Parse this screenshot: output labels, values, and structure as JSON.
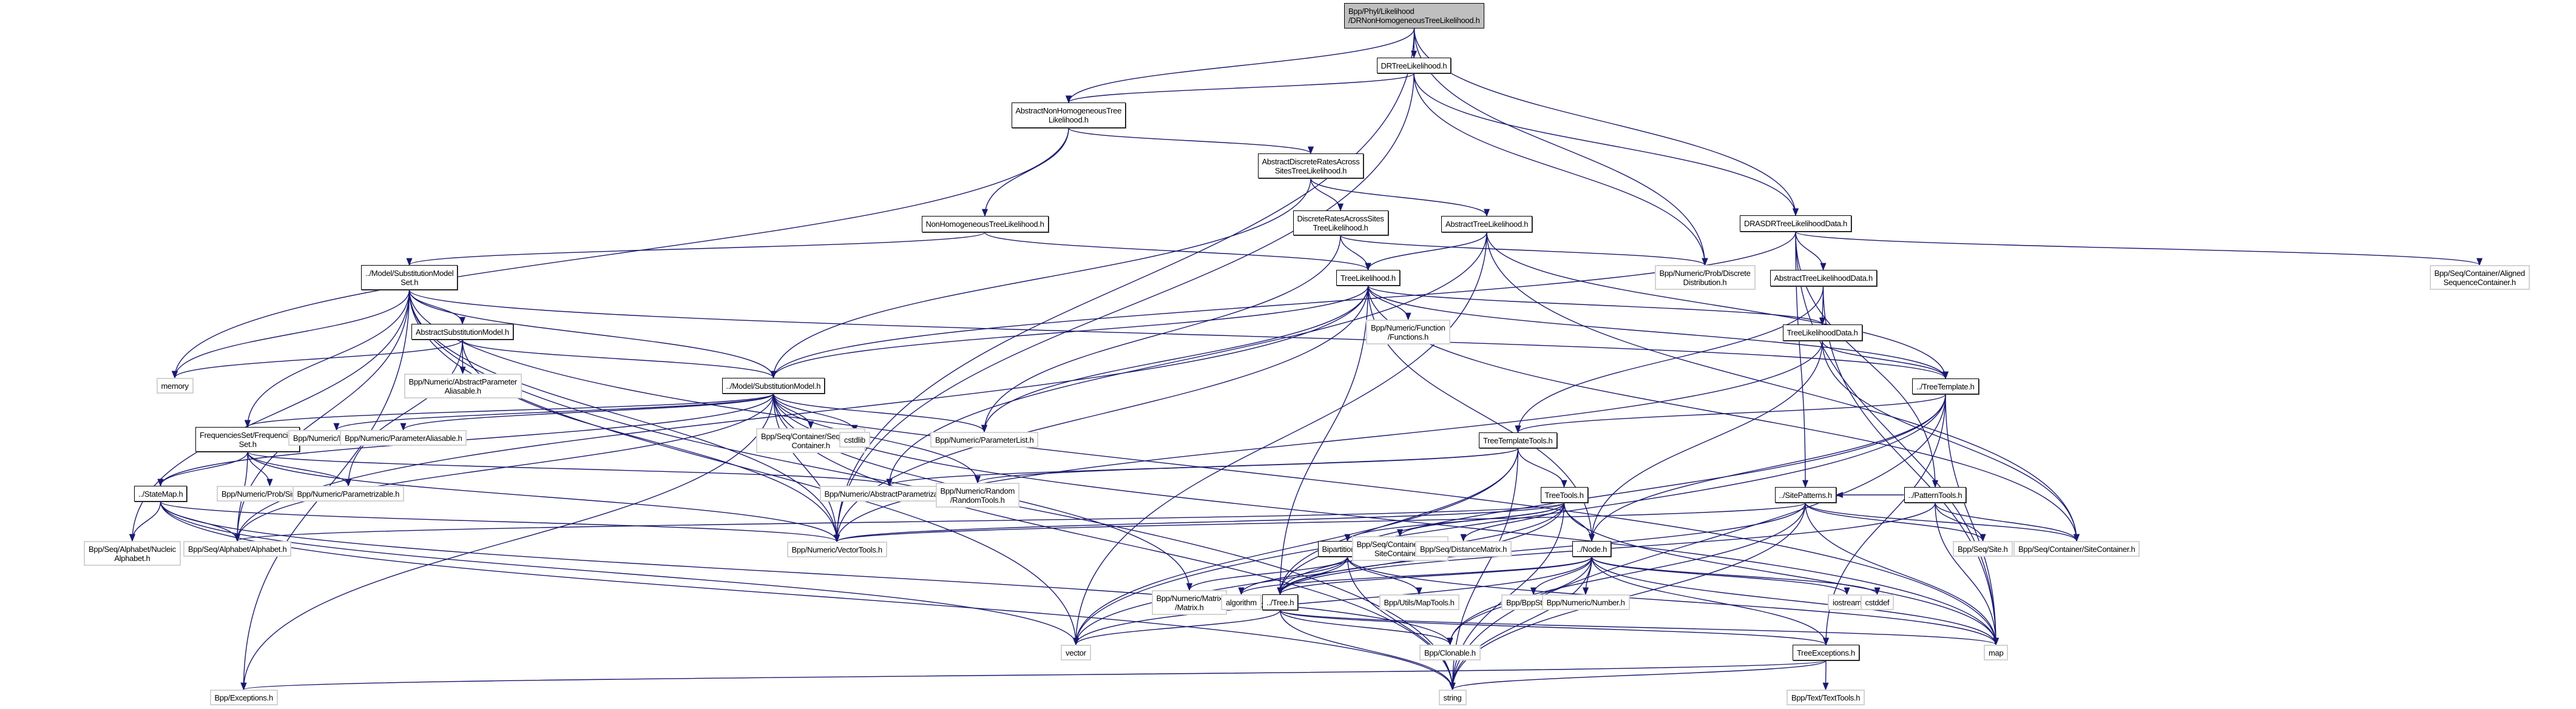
{
  "diagram": {
    "title": "Include dependency graph for DRNonHomogeneousTreeLikelihood.h",
    "edge_color": "#191970",
    "root_fill": "#bfbfbf",
    "nodes": [
      {
        "id": "root",
        "label": "Bpp/Phyl/Likelihood\n/DRNonHomogeneousTreeLikelihood.h",
        "kind": "root"
      },
      {
        "id": "drtl",
        "label": "DRTreeLikelihood.h",
        "kind": "doc"
      },
      {
        "id": "anhtl",
        "label": "AbstractNonHomogeneousTree\nLikelihood.h",
        "kind": "doc"
      },
      {
        "id": "adrastl",
        "label": "AbstractDiscreteRatesAcross\nSitesTreeLikelihood.h",
        "kind": "doc"
      },
      {
        "id": "nhtl",
        "label": "NonHomogeneousTreeLikelihood.h",
        "kind": "doc"
      },
      {
        "id": "drastl",
        "label": "DiscreteRatesAcrossSites\nTreeLikelihood.h",
        "kind": "doc"
      },
      {
        "id": "atl",
        "label": "AbstractTreeLikelihood.h",
        "kind": "doc"
      },
      {
        "id": "drasdrtld",
        "label": "DRASDRTreeLikelihoodData.h",
        "kind": "doc"
      },
      {
        "id": "smset",
        "label": "../Model/SubstitutionModel\nSet.h",
        "kind": "doc"
      },
      {
        "id": "tl",
        "label": "TreeLikelihood.h",
        "kind": "doc"
      },
      {
        "id": "discdist",
        "label": "Bpp/Numeric/Prob/Discrete\nDistribution.h",
        "kind": "ext"
      },
      {
        "id": "atld",
        "label": "AbstractTreeLikelihoodData.h",
        "kind": "doc"
      },
      {
        "id": "aligned",
        "label": "Bpp/Seq/Container/Aligned\nSequenceContainer.h",
        "kind": "ext"
      },
      {
        "id": "asm",
        "label": "AbstractSubstitutionModel.h",
        "kind": "doc"
      },
      {
        "id": "memory",
        "label": "memory",
        "kind": "ext"
      },
      {
        "id": "apa",
        "label": "Bpp/Numeric/AbstractParameter\nAliasable.h",
        "kind": "ext"
      },
      {
        "id": "functions",
        "label": "Bpp/Numeric/Function\n/Functions.h",
        "kind": "ext"
      },
      {
        "id": "tld",
        "label": "TreeLikelihoodData.h",
        "kind": "doc"
      },
      {
        "id": "sm",
        "label": "../Model/SubstitutionModel.h",
        "kind": "doc"
      },
      {
        "id": "treetemplate",
        "label": "../TreeTemplate.h",
        "kind": "doc"
      },
      {
        "id": "fset",
        "label": "FrequenciesSet/Frequencies\nSet.h",
        "kind": "doc"
      },
      {
        "id": "parameter",
        "label": "Bpp/Numeric/Parameter.h",
        "kind": "ext"
      },
      {
        "id": "paramalias",
        "label": "Bpp/Numeric/ParameterAliasable.h",
        "kind": "ext"
      },
      {
        "id": "seqcont",
        "label": "Bpp/Seq/Container/Sequence\nContainer.h",
        "kind": "ext"
      },
      {
        "id": "cstdlib",
        "label": "cstdlib",
        "kind": "ext"
      },
      {
        "id": "paramlist",
        "label": "Bpp/Numeric/ParameterList.h",
        "kind": "ext"
      },
      {
        "id": "ttt",
        "label": "TreeTemplateTools.h",
        "kind": "doc"
      },
      {
        "id": "simplex",
        "label": "Bpp/Numeric/Prob/Simplex.h",
        "kind": "ext"
      },
      {
        "id": "parametrizable",
        "label": "Bpp/Numeric/Parametrizable.h",
        "kind": "ext"
      },
      {
        "id": "absparam",
        "label": "Bpp/Numeric/AbstractParametrizable.h",
        "kind": "ext"
      },
      {
        "id": "randomtools",
        "label": "Bpp/Numeric/Random\n/RandomTools.h",
        "kind": "ext"
      },
      {
        "id": "statemap",
        "label": "../StateMap.h",
        "kind": "doc"
      },
      {
        "id": "treetools",
        "label": "TreeTools.h",
        "kind": "doc"
      },
      {
        "id": "sitepatterns",
        "label": "../SitePatterns.h",
        "kind": "doc"
      },
      {
        "id": "patterntools",
        "label": "../PatternTools.h",
        "kind": "doc"
      },
      {
        "id": "nucleic",
        "label": "Bpp/Seq/Alphabet/Nucleic\nAlphabet.h",
        "kind": "ext"
      },
      {
        "id": "alphabet",
        "label": "Bpp/Seq/Alphabet/Alphabet.h",
        "kind": "ext"
      },
      {
        "id": "vectortools",
        "label": "Bpp/Numeric/VectorTools.h",
        "kind": "ext"
      },
      {
        "id": "bipartition",
        "label": "BipartitionList.h",
        "kind": "doc"
      },
      {
        "id": "vsc",
        "label": "Bpp/Seq/Container/Vector\nSiteContainer.h",
        "kind": "ext"
      },
      {
        "id": "distmatrix",
        "label": "Bpp/Seq/DistanceMatrix.h",
        "kind": "ext"
      },
      {
        "id": "node",
        "label": "../Node.h",
        "kind": "doc"
      },
      {
        "id": "site",
        "label": "Bpp/Seq/Site.h",
        "kind": "ext"
      },
      {
        "id": "sitecontainer",
        "label": "Bpp/Seq/Container/SiteContainer.h",
        "kind": "ext"
      },
      {
        "id": "matrix",
        "label": "Bpp/Numeric/Matrix\n/Matrix.h",
        "kind": "ext"
      },
      {
        "id": "algorithm",
        "label": "algorithm",
        "kind": "ext"
      },
      {
        "id": "tree",
        "label": "../Tree.h",
        "kind": "doc"
      },
      {
        "id": "maptools",
        "label": "Bpp/Utils/MapTools.h",
        "kind": "ext"
      },
      {
        "id": "bppstring",
        "label": "Bpp/BppString.h",
        "kind": "ext"
      },
      {
        "id": "number",
        "label": "Bpp/Numeric/Number.h",
        "kind": "ext"
      },
      {
        "id": "iostream",
        "label": "iostream",
        "kind": "ext"
      },
      {
        "id": "cstddef",
        "label": "cstddef",
        "kind": "ext"
      },
      {
        "id": "vector",
        "label": "vector",
        "kind": "ext"
      },
      {
        "id": "clonable",
        "label": "Bpp/Clonable.h",
        "kind": "ext"
      },
      {
        "id": "treeexc",
        "label": "TreeExceptions.h",
        "kind": "doc"
      },
      {
        "id": "map",
        "label": "map",
        "kind": "ext"
      },
      {
        "id": "exceptions",
        "label": "Bpp/Exceptions.h",
        "kind": "ext"
      },
      {
        "id": "string",
        "label": "string",
        "kind": "ext"
      },
      {
        "id": "texttools",
        "label": "Bpp/Text/TextTools.h",
        "kind": "ext"
      }
    ],
    "edges": [
      [
        "root",
        "drtl"
      ],
      [
        "root",
        "anhtl"
      ],
      [
        "root",
        "drasdrtld"
      ],
      [
        "root",
        "discdist"
      ],
      [
        "root",
        "vectortools"
      ],
      [
        "drtl",
        "anhtl"
      ],
      [
        "drtl",
        "drasdrtld"
      ],
      [
        "drtl",
        "discdist"
      ],
      [
        "drtl",
        "vectortools"
      ],
      [
        "anhtl",
        "adrastl"
      ],
      [
        "anhtl",
        "nhtl"
      ],
      [
        "anhtl",
        "memory"
      ],
      [
        "adrastl",
        "drastl"
      ],
      [
        "adrastl",
        "atl"
      ],
      [
        "adrastl",
        "sm"
      ],
      [
        "nhtl",
        "smset"
      ],
      [
        "nhtl",
        "tl"
      ],
      [
        "drastl",
        "tl"
      ],
      [
        "drastl",
        "discdist"
      ],
      [
        "drastl",
        "paramlist"
      ],
      [
        "atl",
        "tl"
      ],
      [
        "atl",
        "sitecontainer"
      ],
      [
        "atl",
        "treetemplate"
      ],
      [
        "atl",
        "absparam"
      ],
      [
        "atl",
        "vector"
      ],
      [
        "drasdrtld",
        "atld"
      ],
      [
        "drasdrtld",
        "aligned"
      ],
      [
        "drasdrtld",
        "sitepatterns"
      ],
      [
        "drasdrtld",
        "patterntools"
      ],
      [
        "drasdrtld",
        "map"
      ],
      [
        "drasdrtld",
        "sm"
      ],
      [
        "smset",
        "asm"
      ],
      [
        "smset",
        "memory"
      ],
      [
        "smset",
        "sm"
      ],
      [
        "smset",
        "fset"
      ],
      [
        "smset",
        "alphabet"
      ],
      [
        "smset",
        "nucleic"
      ],
      [
        "smset",
        "vectortools"
      ],
      [
        "smset",
        "exceptions"
      ],
      [
        "smset",
        "treetemplate"
      ],
      [
        "smset",
        "map"
      ],
      [
        "smset",
        "vector"
      ],
      [
        "smset",
        "string"
      ],
      [
        "tl",
        "functions"
      ],
      [
        "tl",
        "tld"
      ],
      [
        "tl",
        "sm"
      ],
      [
        "tl",
        "paramlist"
      ],
      [
        "tl",
        "node"
      ],
      [
        "tl",
        "treetemplate"
      ],
      [
        "tl",
        "alphabet"
      ],
      [
        "tl",
        "vectortools"
      ],
      [
        "tl",
        "tree"
      ],
      [
        "tl",
        "sitecontainer"
      ],
      [
        "atld",
        "tld"
      ],
      [
        "atld",
        "ttt"
      ],
      [
        "atld",
        "map"
      ],
      [
        "asm",
        "apa"
      ],
      [
        "asm",
        "sm"
      ],
      [
        "asm",
        "memory"
      ],
      [
        "asm",
        "vectortools"
      ],
      [
        "asm",
        "parametrizable"
      ],
      [
        "tld",
        "treetemplate"
      ],
      [
        "tld",
        "node"
      ],
      [
        "tld",
        "sitecontainer"
      ],
      [
        "tld",
        "vectortools"
      ],
      [
        "sm",
        "parameter"
      ],
      [
        "sm",
        "paramalias"
      ],
      [
        "sm",
        "seqcont"
      ],
      [
        "sm",
        "cstdlib"
      ],
      [
        "sm",
        "paramlist"
      ],
      [
        "sm",
        "randomtools"
      ],
      [
        "sm",
        "fset"
      ],
      [
        "sm",
        "statemap"
      ],
      [
        "sm",
        "alphabet"
      ],
      [
        "sm",
        "vectortools"
      ],
      [
        "sm",
        "exceptions"
      ],
      [
        "sm",
        "matrix"
      ],
      [
        "sm",
        "map"
      ],
      [
        "sm",
        "string"
      ],
      [
        "treetemplate",
        "ttt"
      ],
      [
        "treetemplate",
        "node"
      ],
      [
        "treetemplate",
        "tree"
      ],
      [
        "treetemplate",
        "treeexc"
      ],
      [
        "treetemplate",
        "map"
      ],
      [
        "treetemplate",
        "string"
      ],
      [
        "treetemplate",
        "vector"
      ],
      [
        "fset",
        "statemap"
      ],
      [
        "fset",
        "simplex"
      ],
      [
        "fset",
        "parametrizable"
      ],
      [
        "fset",
        "alphabet"
      ],
      [
        "fset",
        "vectortools"
      ],
      [
        "fset",
        "absparam"
      ],
      [
        "ttt",
        "treetools"
      ],
      [
        "ttt",
        "absparam"
      ],
      [
        "ttt",
        "randomtools"
      ],
      [
        "ttt",
        "tree"
      ],
      [
        "ttt",
        "vector"
      ],
      [
        "ttt",
        "string"
      ],
      [
        "statemap",
        "nucleic"
      ],
      [
        "statemap",
        "alphabet"
      ],
      [
        "statemap",
        "vectortools"
      ],
      [
        "statemap",
        "clonable"
      ],
      [
        "statemap",
        "string"
      ],
      [
        "statemap",
        "vector"
      ],
      [
        "treetools",
        "bipartition"
      ],
      [
        "treetools",
        "vsc"
      ],
      [
        "treetools",
        "distmatrix"
      ],
      [
        "treetools",
        "node"
      ],
      [
        "treetools",
        "tree"
      ],
      [
        "treetools",
        "vectortools"
      ],
      [
        "treetools",
        "alphabet"
      ],
      [
        "treetools",
        "vector"
      ],
      [
        "treetools",
        "string"
      ],
      [
        "treetools",
        "map"
      ],
      [
        "sitepatterns",
        "site"
      ],
      [
        "sitepatterns",
        "sitecontainer"
      ],
      [
        "sitepatterns",
        "vectortools"
      ],
      [
        "sitepatterns",
        "tree"
      ],
      [
        "sitepatterns",
        "clonable"
      ],
      [
        "sitepatterns",
        "map"
      ],
      [
        "sitepatterns",
        "string"
      ],
      [
        "patterntools",
        "site"
      ],
      [
        "patterntools",
        "sitecontainer"
      ],
      [
        "patterntools",
        "sitepatterns"
      ],
      [
        "patterntools",
        "tree"
      ],
      [
        "patterntools",
        "map"
      ],
      [
        "bipartition",
        "tree"
      ],
      [
        "bipartition",
        "algorithm"
      ],
      [
        "bipartition",
        "maptools"
      ],
      [
        "bipartition",
        "matrix"
      ],
      [
        "bipartition",
        "map"
      ],
      [
        "bipartition",
        "string"
      ],
      [
        "node",
        "tree"
      ],
      [
        "node",
        "bppstring"
      ],
      [
        "node",
        "number"
      ],
      [
        "node",
        "iostream"
      ],
      [
        "node",
        "cstddef"
      ],
      [
        "node",
        "treeexc"
      ],
      [
        "node",
        "clonable"
      ],
      [
        "node",
        "vector"
      ],
      [
        "node",
        "string"
      ],
      [
        "node",
        "map"
      ],
      [
        "node",
        "algorithm"
      ],
      [
        "tree",
        "clonable"
      ],
      [
        "tree",
        "treeexc"
      ],
      [
        "tree",
        "vector"
      ],
      [
        "tree",
        "string"
      ],
      [
        "tree",
        "map"
      ],
      [
        "treeexc",
        "texttools"
      ],
      [
        "treeexc",
        "exceptions"
      ],
      [
        "treeexc",
        "string"
      ]
    ]
  }
}
